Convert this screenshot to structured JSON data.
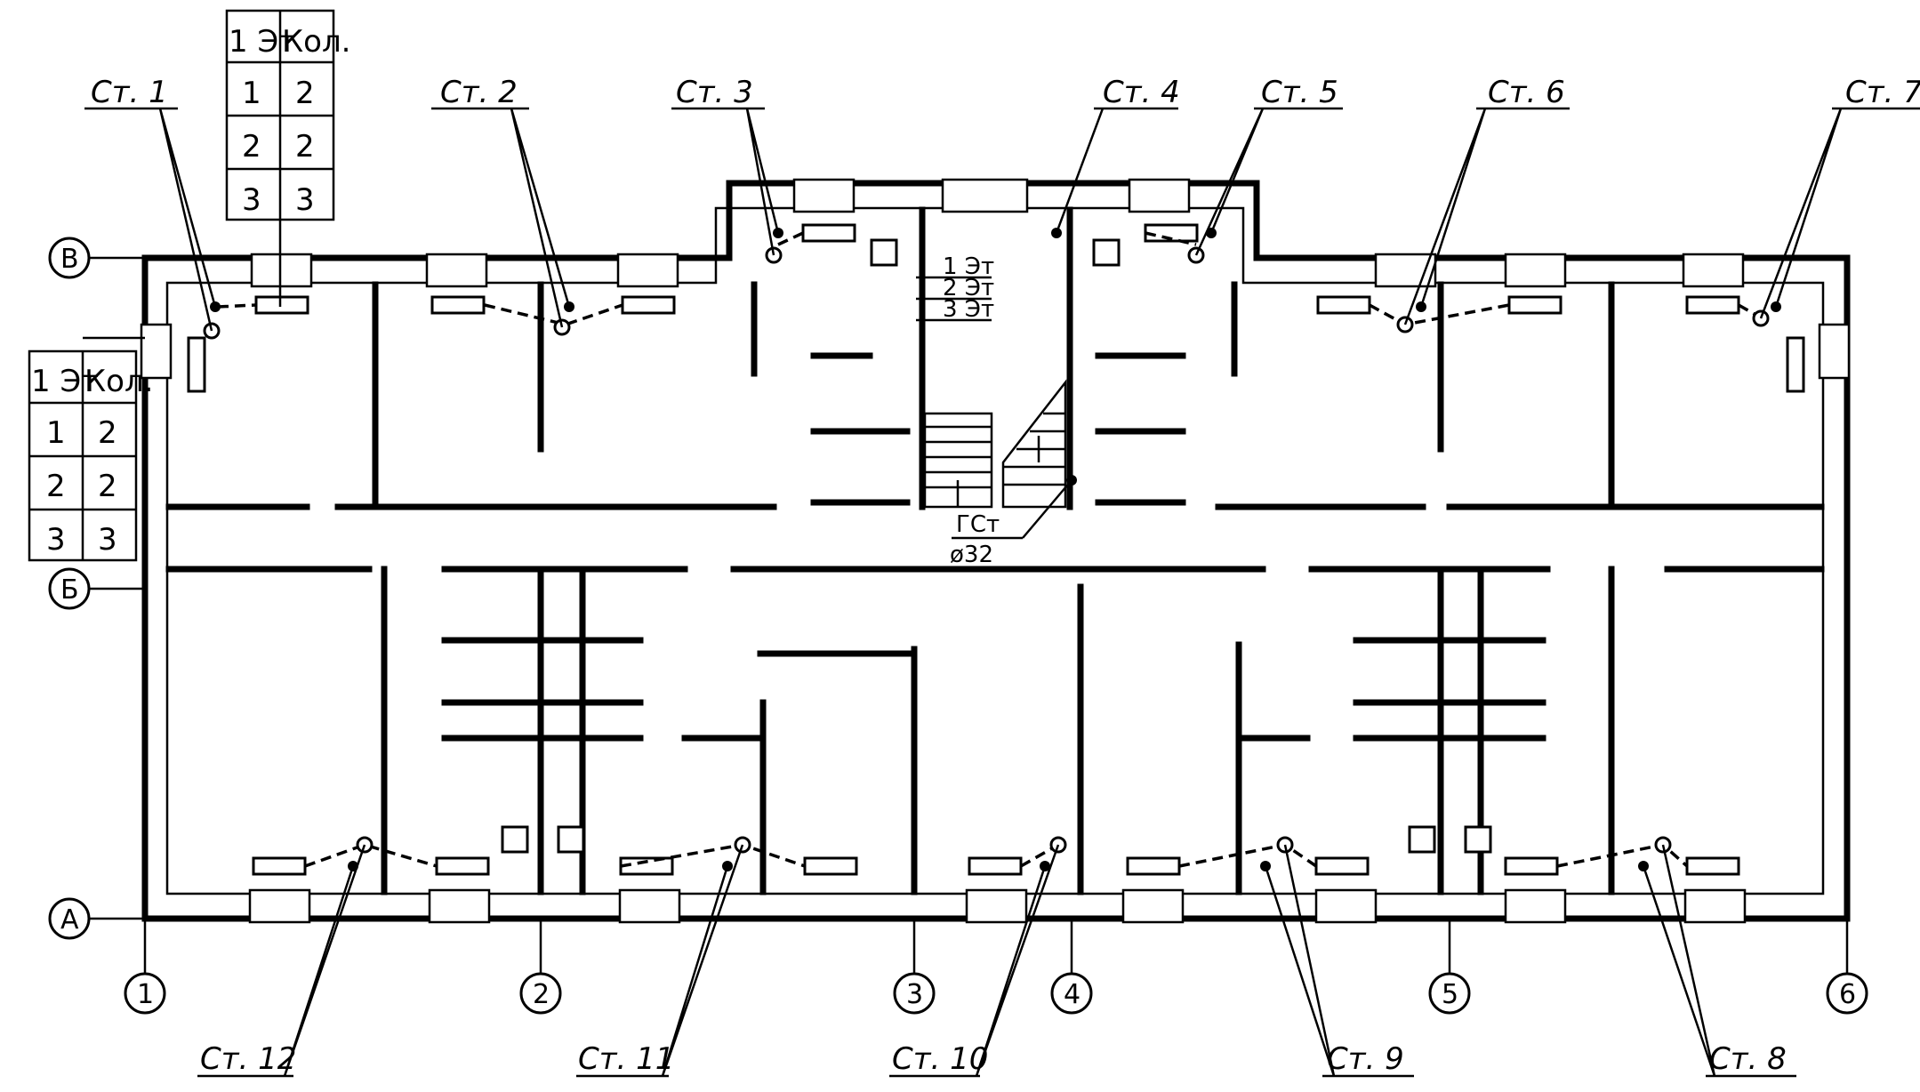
{
  "risers": [
    {
      "id": "st1",
      "label": "Ст. 1"
    },
    {
      "id": "st2",
      "label": "Ст. 2"
    },
    {
      "id": "st3",
      "label": "Ст. 3"
    },
    {
      "id": "st4",
      "label": "Ст. 4"
    },
    {
      "id": "st5",
      "label": "Ст. 5"
    },
    {
      "id": "st6",
      "label": "Ст. 6"
    },
    {
      "id": "st7",
      "label": "Ст. 7"
    },
    {
      "id": "st8",
      "label": "Ст. 8"
    },
    {
      "id": "st9",
      "label": "Ст. 9"
    },
    {
      "id": "st10",
      "label": "Ст. 10"
    },
    {
      "id": "st11",
      "label": "Ст. 11"
    },
    {
      "id": "st12",
      "label": "Ст. 12"
    }
  ],
  "axes_letters": [
    "В",
    "Б",
    "А"
  ],
  "axes_numbers": [
    "1",
    "2",
    "3",
    "4",
    "5",
    "6"
  ],
  "floor_table": {
    "header": [
      "1 Эт",
      "Кол."
    ],
    "rows": [
      [
        "1",
        "2"
      ],
      [
        "2",
        "2"
      ],
      [
        "3",
        "3"
      ]
    ]
  },
  "floor_marks": [
    "1 Эт",
    "2 Эт",
    "3 Эт"
  ],
  "gas_riser": {
    "label": "ГСт",
    "diameter": "ø32"
  },
  "colors": {
    "line": "#000000",
    "background": "#ffffff"
  }
}
